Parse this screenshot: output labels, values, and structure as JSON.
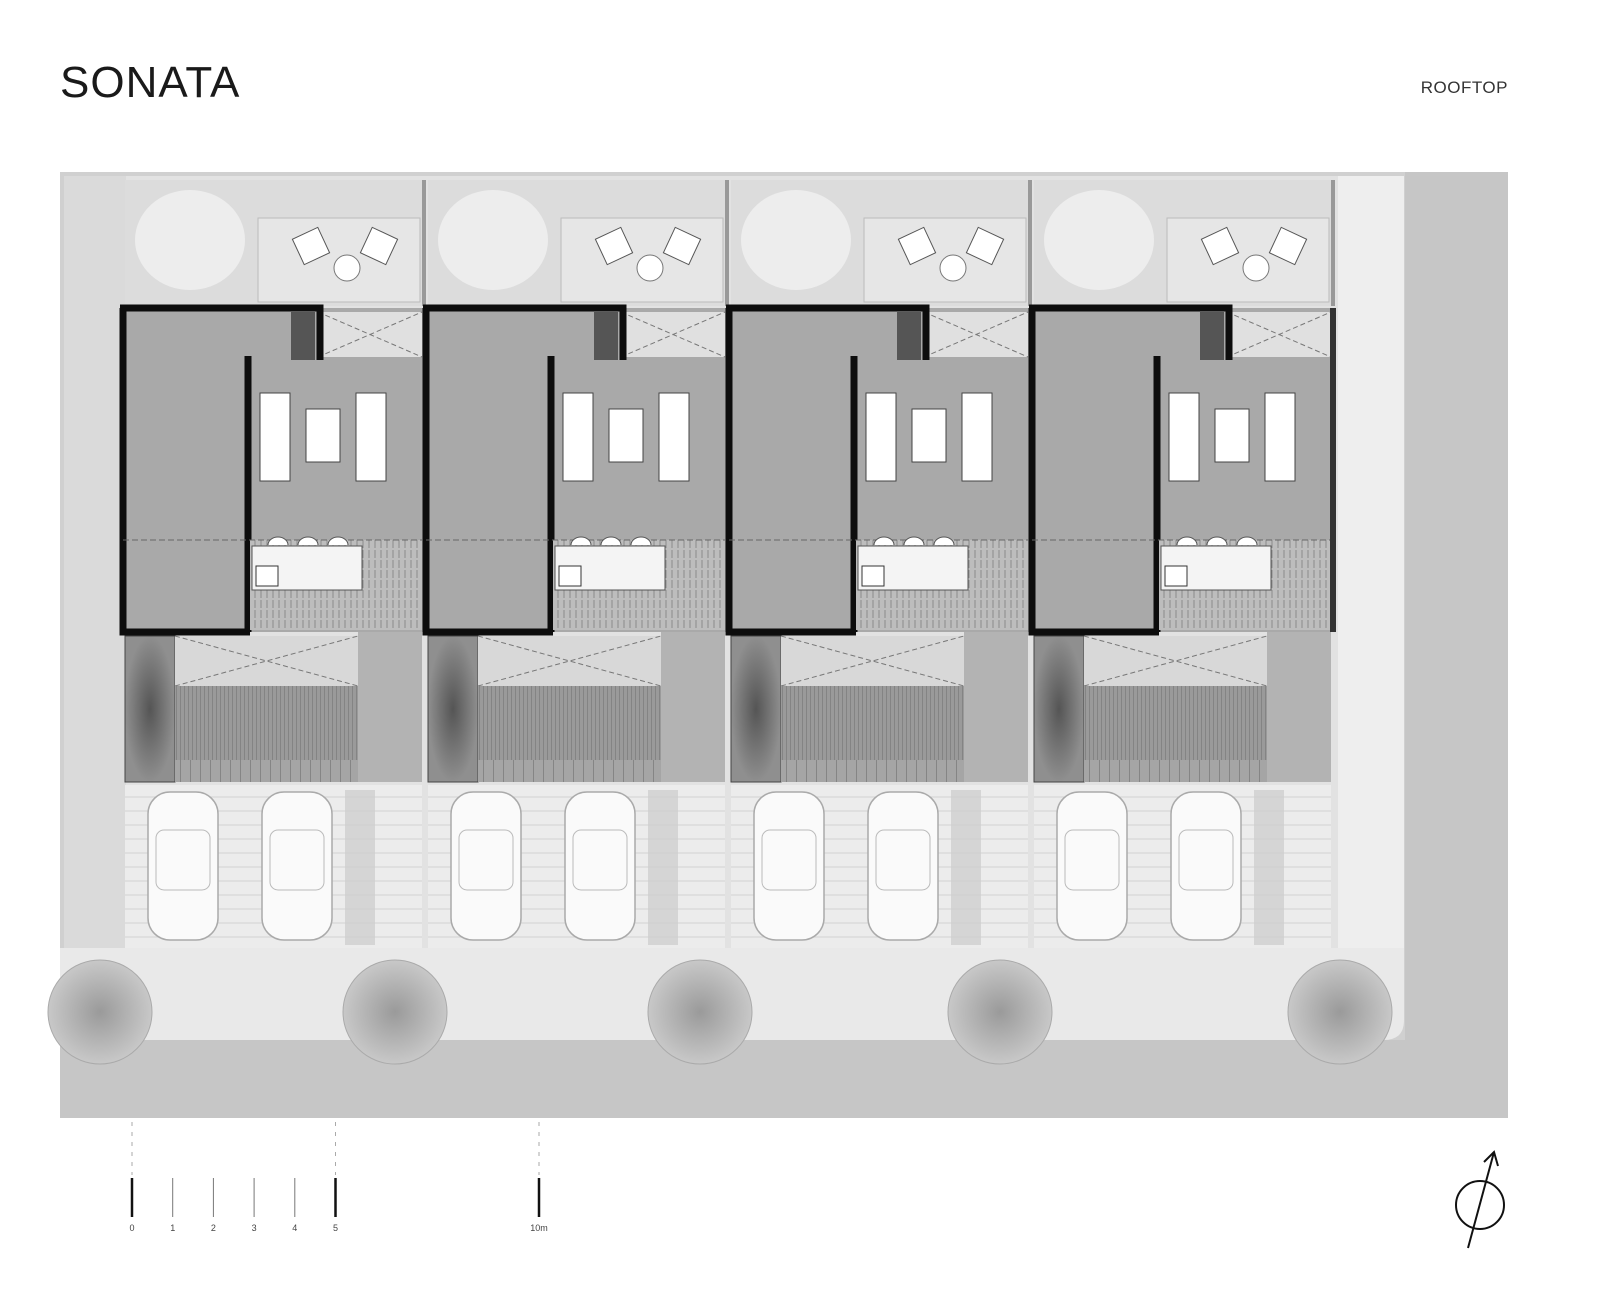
{
  "header": {
    "title": "SONATA",
    "level": "ROOFTOP"
  },
  "units": [
    {
      "id": 1
    },
    {
      "id": 2
    },
    {
      "id": 3
    },
    {
      "id": 4
    }
  ],
  "scale_bar": {
    "labels": [
      "0",
      "1",
      "2",
      "3",
      "4",
      "5",
      "10m"
    ],
    "values_m": [
      0,
      1,
      2,
      3,
      4,
      5,
      10
    ]
  },
  "north_arrow": {
    "icon": "north-arrow-icon"
  },
  "colors": {
    "wall": "#0d0d0d",
    "floor": "#a9a9a9",
    "garden": "#dcdcdc",
    "road": "#c4c4c4",
    "terrace": "#e6e6e6"
  }
}
